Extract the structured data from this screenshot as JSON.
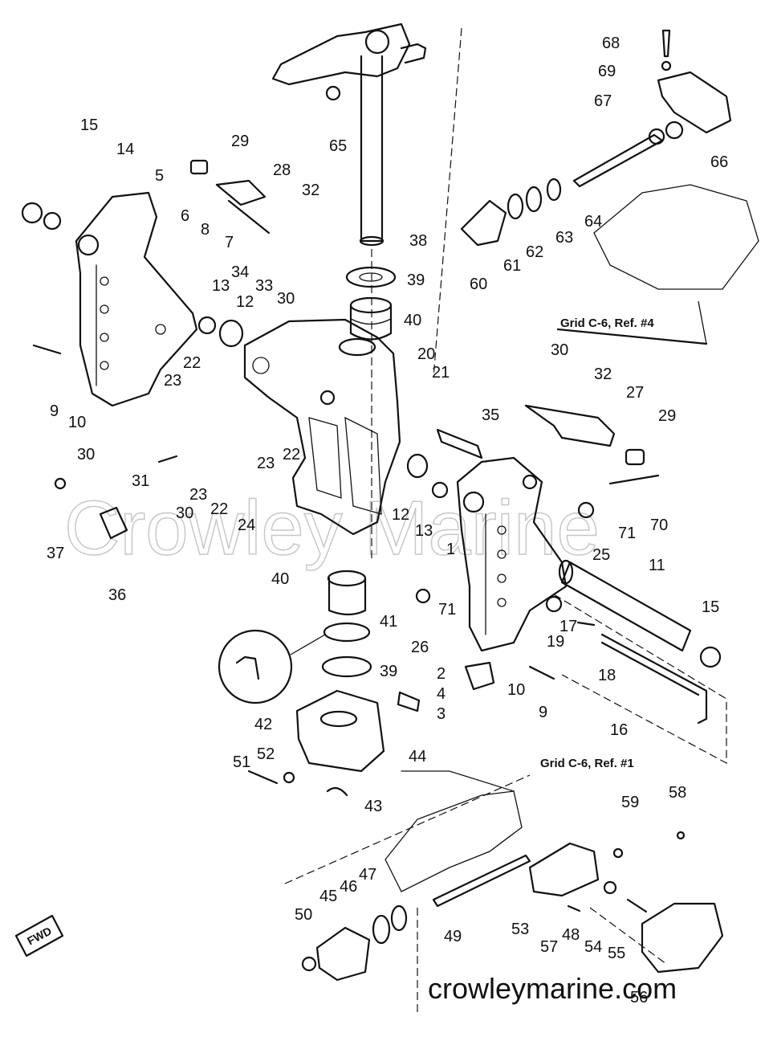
{
  "watermark": "Crowley Marine",
  "site_url": "crowleymarine.com",
  "fwd_label": "FWD",
  "grid_refs": [
    {
      "text": "Grid C-6, Ref. #4"
    },
    {
      "text": "Grid C-6, Ref. #1"
    }
  ],
  "callouts": [
    "68",
    "69",
    "67",
    "66",
    "64",
    "63",
    "62",
    "61",
    "60",
    "65",
    "38",
    "39",
    "40",
    "20",
    "21",
    "29",
    "28",
    "32",
    "5",
    "6",
    "8",
    "7",
    "34",
    "33",
    "30",
    "13",
    "12",
    "22",
    "23",
    "15",
    "14",
    "9",
    "10",
    "30",
    "31",
    "23",
    "30",
    "22",
    "24",
    "37",
    "36",
    "23",
    "22",
    "35",
    "12",
    "13",
    "1",
    "30",
    "32",
    "27",
    "29",
    "70",
    "71",
    "25",
    "11",
    "15",
    "40",
    "41",
    "39",
    "26",
    "71",
    "19",
    "17",
    "18",
    "2",
    "4",
    "3",
    "10",
    "9",
    "16",
    "42",
    "44",
    "51",
    "52",
    "43",
    "59",
    "58",
    "53",
    "57",
    "48",
    "54",
    "55",
    "56",
    "49",
    "45",
    "46",
    "47",
    "50"
  ],
  "colors": {
    "ink": "#111111",
    "paper": "#ffffff",
    "watermark": "#c8c8c8"
  }
}
